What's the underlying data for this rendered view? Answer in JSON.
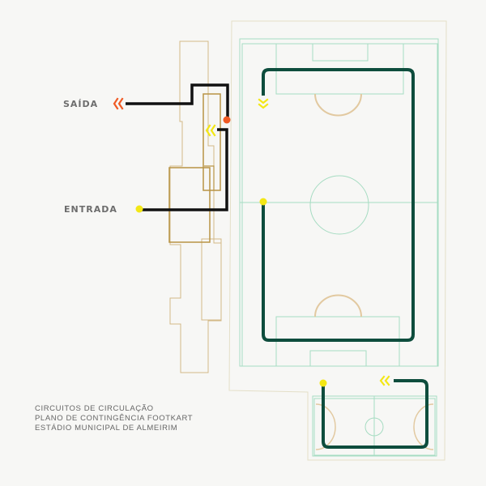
{
  "labels": {
    "exit": "SAÍDA",
    "entry": "ENTRADA"
  },
  "caption": {
    "line1": "CIRCUITOS DE CIRCULAÇÃO",
    "line2": "PLANO DE CONTINGÊNCIA FOOTKART",
    "line3": "ESTÁDIO MUNICIPAL DE ALMEIRIM"
  },
  "colors": {
    "background": "#f7f7f5",
    "site_outline": "#e4dfc8",
    "building_outline": "#d3b987",
    "building_accent": "#b89445",
    "field_lines": "#a6dcc2",
    "arc_lines": "#e2c9a0",
    "circuit_dark_green": "#0e4d3d",
    "circuit_black": "#111111",
    "exit_orange": "#f05a24",
    "marker_yellow": "#f3e715"
  }
}
